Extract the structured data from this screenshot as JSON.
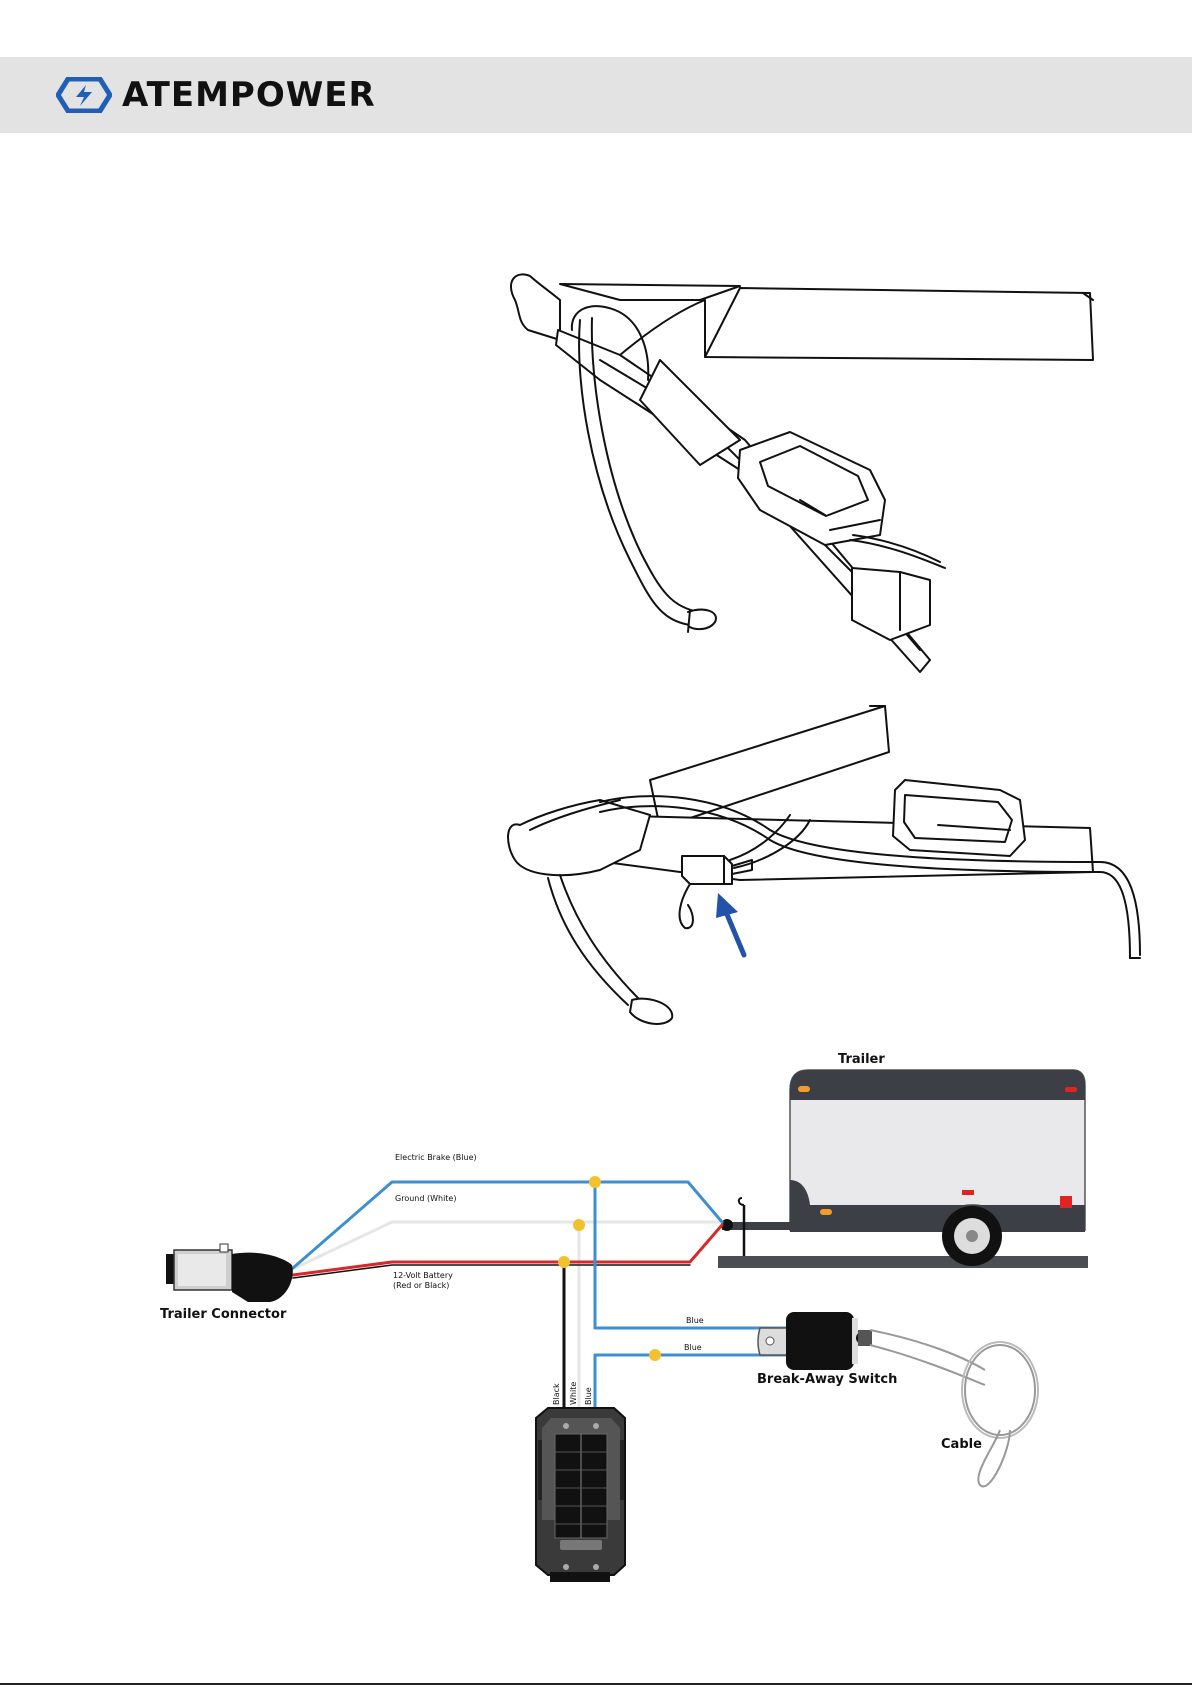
{
  "brand": {
    "name": "ATEMPOWER",
    "logo_color": "#1f5fb8"
  },
  "wiring_diagram": {
    "trailer_label": "Trailer",
    "trailer_connector_label": "Trailer Connector",
    "breakaway_switch_label": "Break-Away Switch",
    "cable_label": "Cable",
    "wires": {
      "electric_brake": "Electric Brake (Blue)",
      "ground": "Ground (White)",
      "battery_line1": "12-Volt Battery",
      "battery_line2": "(Red or Black)",
      "blue_upper": "Blue",
      "blue_lower": "Blue"
    },
    "battery_leads": {
      "black": "Black",
      "white": "White",
      "blue": "Blue"
    },
    "colors": {
      "blue_wire": "#3d8fd1",
      "white_wire": "#e6e6e6",
      "red_wire": "#d62a2a",
      "black_wire": "#111111",
      "junction": "#f2c12e",
      "arrow": "#2253a8"
    }
  }
}
